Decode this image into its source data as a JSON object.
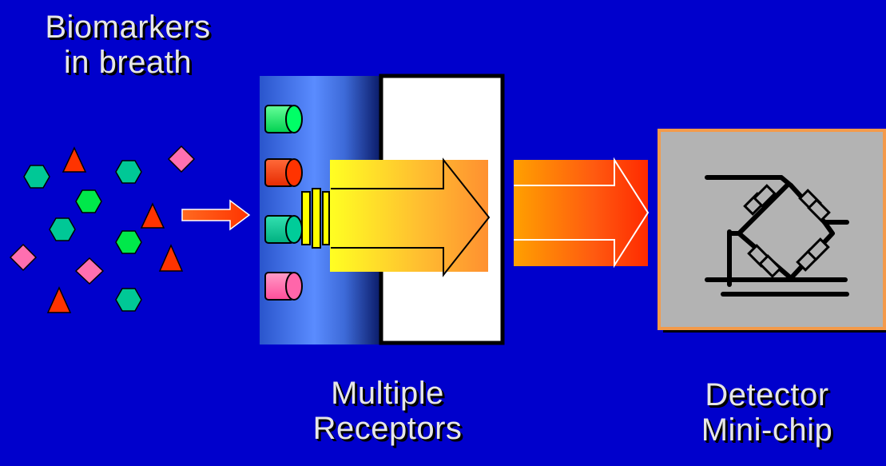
{
  "labels": {
    "biomarkers_line1": "Biomarkers",
    "biomarkers_line2": "in breath",
    "receptors_line1": "Multiple",
    "receptors_line2": "Receptors",
    "detector_line1": "Detector",
    "detector_line2": "Mini-chip"
  },
  "colors": {
    "background": "#0000cc",
    "text": "#e6e6e6",
    "hexagon_teal": "#00c896",
    "hexagon_green": "#00e84a",
    "triangle_red": "#ff3300",
    "diamond_pink": "#ff6fb0",
    "receptor_green": "#00ff66",
    "receptor_red": "#ff3300",
    "receptor_teal": "#00cc99",
    "receptor_pink": "#ff66aa",
    "detector_fill": "#b3b3b3",
    "detector_border": "#f49a4a"
  }
}
